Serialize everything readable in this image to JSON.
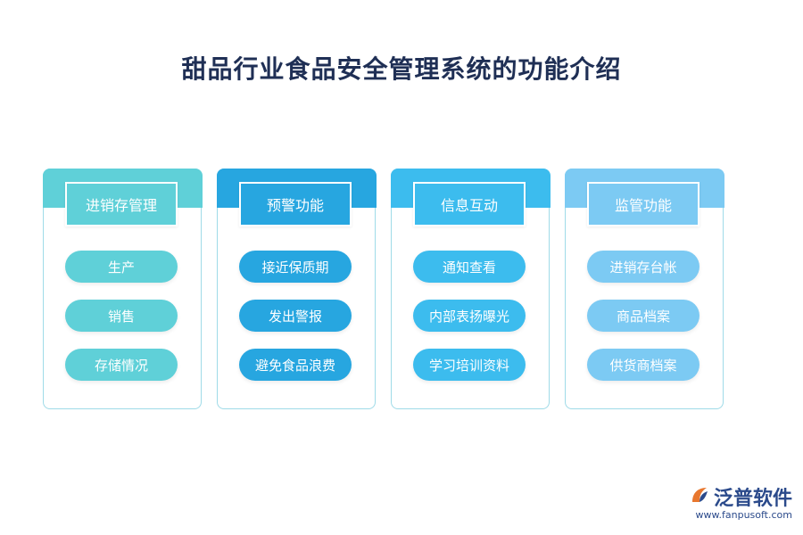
{
  "title": "甜品行业食品安全管理系统的功能介绍",
  "columns": [
    {
      "header": "进销存管理",
      "color": "#5fd0d8",
      "items": [
        "生产",
        "销售",
        "存储情况"
      ]
    },
    {
      "header": "预警功能",
      "color": "#27a6e0",
      "items": [
        "接近保质期",
        "发出警报",
        "避免食品浪费"
      ]
    },
    {
      "header": "信息互动",
      "color": "#3cbcee",
      "items": [
        "通知查看",
        "内部表扬曝光",
        "学习培训资料"
      ]
    },
    {
      "header": "监管功能",
      "color": "#7ccaf3",
      "items": [
        "进销存台帐",
        "商品档案",
        "供货商档案"
      ]
    }
  ],
  "logo": {
    "text": "泛普软件",
    "url": "www.fanpusoft.com",
    "icon": "fanpu-logo-icon"
  }
}
